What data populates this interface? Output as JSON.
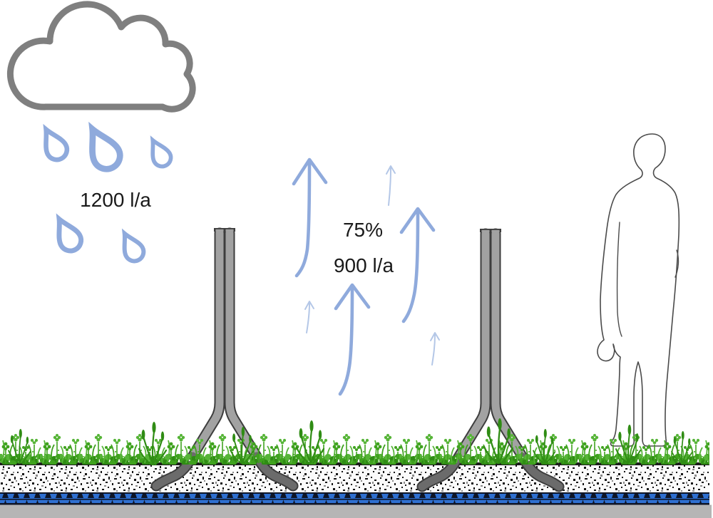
{
  "diagram": {
    "rainfall_label": "1200 l/a",
    "evapotranspiration_percent_label": "75%",
    "evapotranspiration_amount_label": "900 l/a"
  },
  "colors": {
    "cloud_gray": "#7f7f7f",
    "rain_blue": "#8faadc",
    "arrow_blue": "#8faadc",
    "arrow_light": "#b4c7e7",
    "text_black": "#1a1a1a",
    "pole_gray": "#a2a2a2",
    "pole_outline": "#3d3d3d",
    "grass_green": "#3fa21e",
    "grass_light": "#56b437",
    "grass_dark": "#2f8c14",
    "gravel_bg": "#fbfbfb",
    "gravel_speckle": "#161616",
    "gravel_speckle_gray": "#8a8a8a",
    "soil_line": "#1c1c1c",
    "drainage_blue": "#2e6fd0",
    "drainage_dark": "#0e1526",
    "deck_gray": "#b5b5b5"
  }
}
